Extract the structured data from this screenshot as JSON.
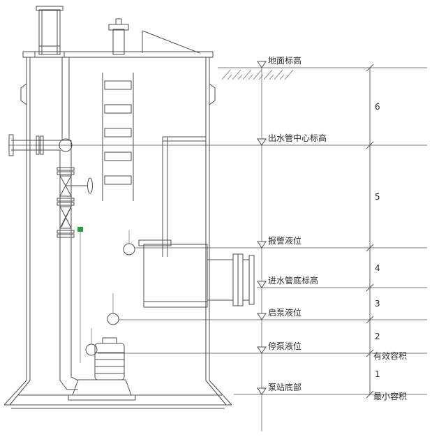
{
  "diagram": {
    "title": "pump-station-section",
    "levels": [
      {
        "id": "ground",
        "label": "地面标高"
      },
      {
        "id": "outlet-center",
        "label": "出水管中心标高"
      },
      {
        "id": "alarm",
        "label": "报警液位"
      },
      {
        "id": "inlet-bottom",
        "label": "进水管底标高"
      },
      {
        "id": "pump-start",
        "label": "启泵液位"
      },
      {
        "id": "pump-stop",
        "label": "停泵液位"
      },
      {
        "id": "station-bottom",
        "label": "泵站底部"
      }
    ],
    "dims": [
      "6",
      "5",
      "4",
      "3",
      "2",
      "1"
    ],
    "volume_labels": {
      "effective": "有效容积",
      "minimum": "最小容积"
    },
    "colors": {
      "line": "#4d4d4d",
      "level_line": "#7a7a7a",
      "text": "#2b2b2b",
      "cable_mark": "#2e9b3c"
    }
  }
}
